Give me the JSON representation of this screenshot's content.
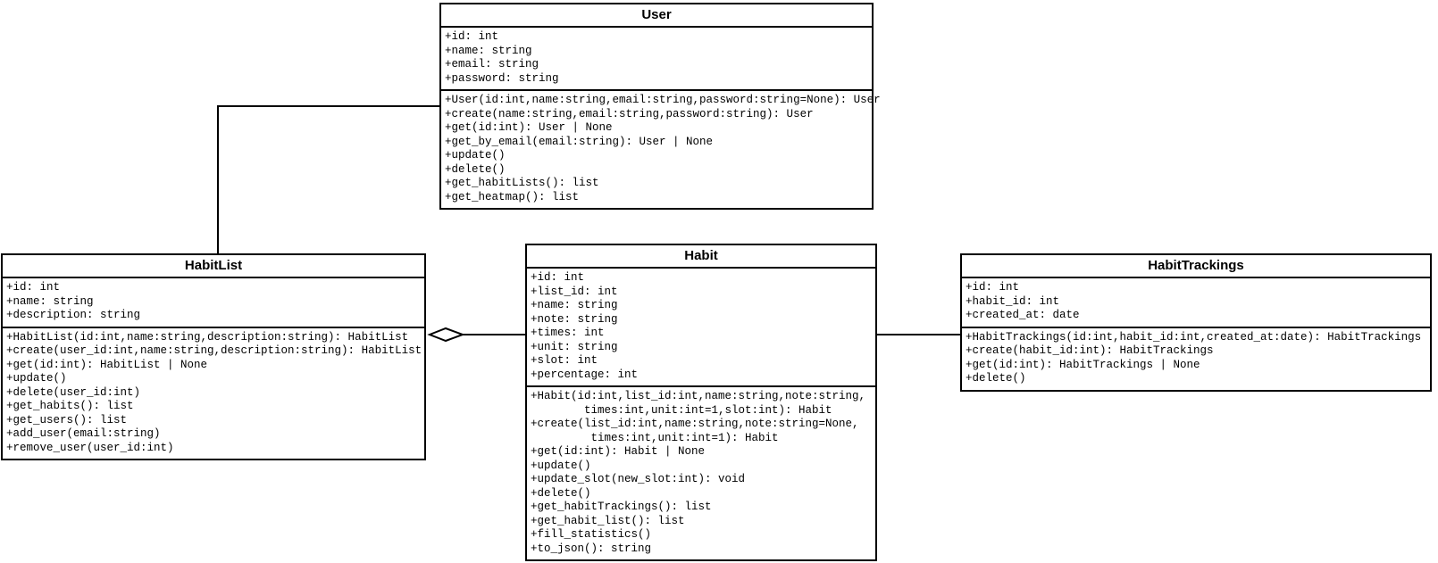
{
  "diagram": {
    "title": "Habit tracker UML class diagram",
    "colors": {
      "background": "#ffffff",
      "box_fill": "#ffffff",
      "border": "#000000",
      "text": "#000000"
    },
    "classes": [
      {
        "name": "User",
        "attributes": [
          "+id: int",
          "+name: string",
          "+email: string",
          "+password: string"
        ],
        "methods": [
          "+User(id:int,name:string,email:string,password:string=None): User",
          "+create(name:string,email:string,password:string): User",
          "+get(id:int): User | None",
          "+get_by_email(email:string): User | None",
          "+update()",
          "+delete()",
          "+get_habitLists(): list",
          "+get_heatmap(): list"
        ]
      },
      {
        "name": "HabitList",
        "attributes": [
          "+id: int",
          "+name: string",
          "+description: string"
        ],
        "methods": [
          "+HabitList(id:int,name:string,description:string): HabitList",
          "+create(user_id:int,name:string,description:string): HabitList",
          "+get(id:int): HabitList | None",
          "+update()",
          "+delete(user_id:int)",
          "+get_habits(): list",
          "+get_users(): list",
          "+add_user(email:string)",
          "+remove_user(user_id:int)"
        ]
      },
      {
        "name": "Habit",
        "attributes": [
          "+id: int",
          "+list_id: int",
          "+name: string",
          "+note: string",
          "+times: int",
          "+unit: string",
          "+slot: int",
          "+percentage: int"
        ],
        "methods": [
          "+Habit(id:int,list_id:int,name:string,note:string,",
          "        times:int,unit:int=1,slot:int): Habit",
          "+create(list_id:int,name:string,note:string=None,",
          "         times:int,unit:int=1): Habit",
          "+get(id:int): Habit | None",
          "+update()",
          "+update_slot(new_slot:int): void",
          "+delete()",
          "+get_habitTrackings(): list",
          "+get_habit_list(): list",
          "+fill_statistics()",
          "+to_json(): string"
        ]
      },
      {
        "name": "HabitTrackings",
        "attributes": [
          "+id: int",
          "+habit_id: int",
          "+created_at: date"
        ],
        "methods": [
          "+HabitTrackings(id:int,habit_id:int,created_at:date): HabitTrackings",
          "+create(habit_id:int): HabitTrackings",
          "+get(id:int): HabitTrackings | None",
          "+delete()"
        ]
      }
    ],
    "relationships": [
      {
        "from": "User",
        "to": "HabitList",
        "type": "association"
      },
      {
        "from": "HabitList",
        "to": "Habit",
        "type": "aggregation",
        "diamond_end": "HabitList"
      },
      {
        "from": "Habit",
        "to": "HabitTrackings",
        "type": "association"
      }
    ]
  }
}
